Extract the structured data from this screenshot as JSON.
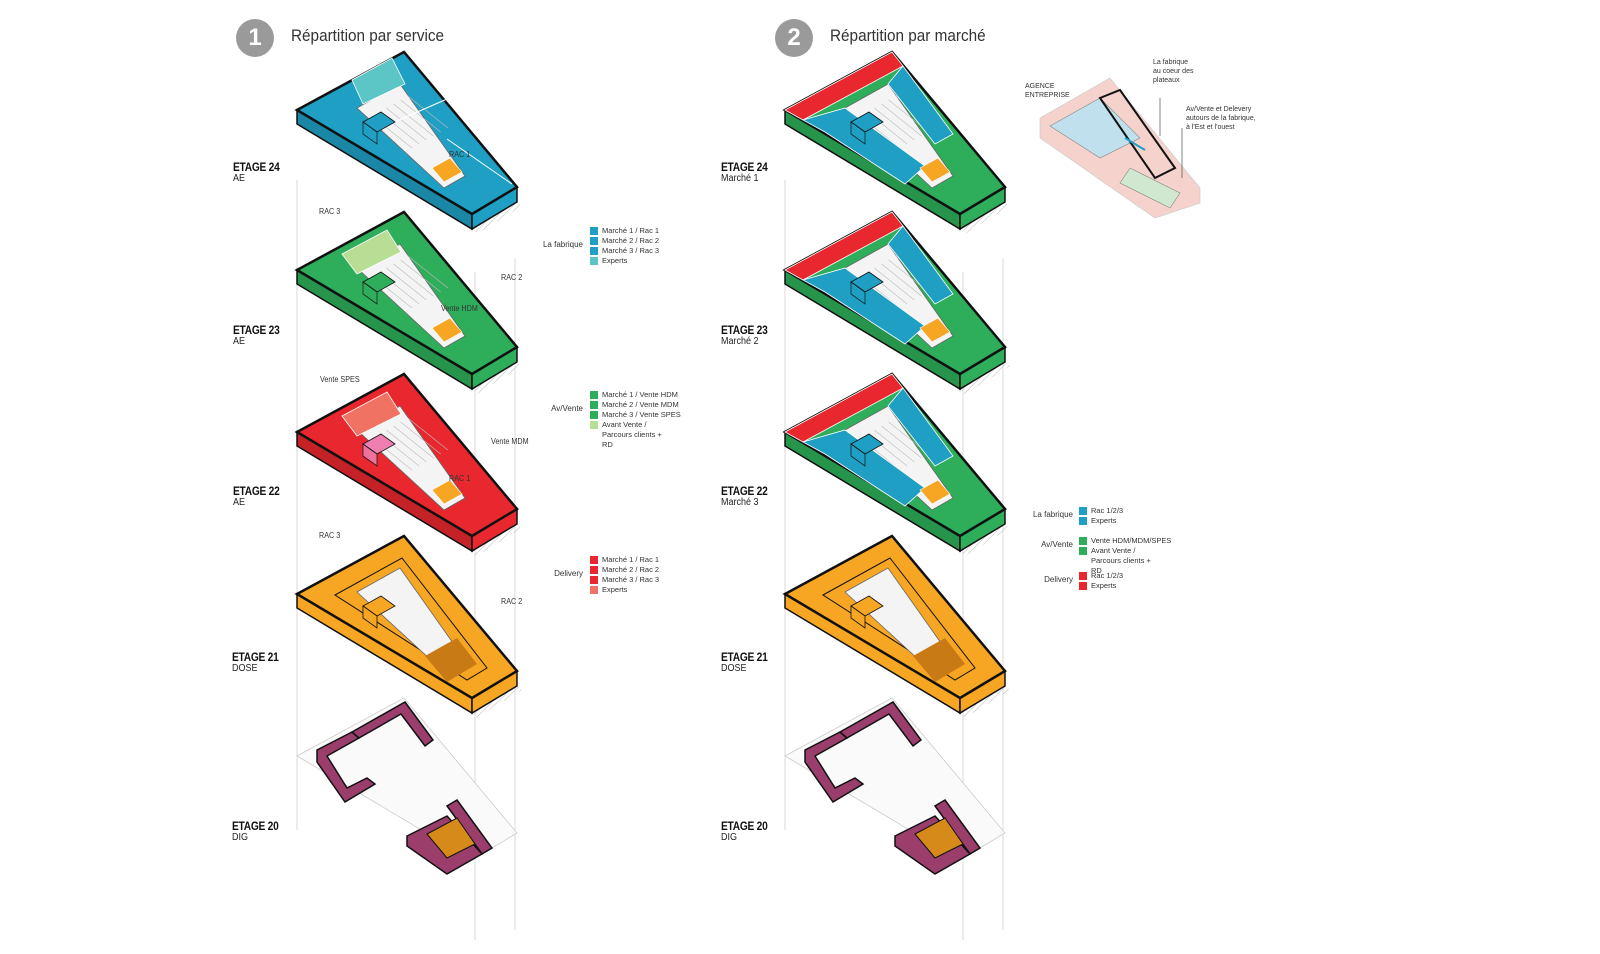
{
  "sections": [
    {
      "number": "1",
      "title": "Répartition par service"
    },
    {
      "number": "2",
      "title": "Répartition par marché"
    }
  ],
  "left_floors": [
    {
      "name": "ETAGE 24",
      "sub": "AE"
    },
    {
      "name": "ETAGE 23",
      "sub": "AE"
    },
    {
      "name": "ETAGE 22",
      "sub": "AE"
    },
    {
      "name": "ETAGE 21",
      "sub": "DOSE"
    },
    {
      "name": "ETAGE 20",
      "sub": "DIG"
    }
  ],
  "right_floors": [
    {
      "name": "ETAGE 24",
      "sub": "Marché 1"
    },
    {
      "name": "ETAGE 23",
      "sub": "Marché 2"
    },
    {
      "name": "ETAGE 22",
      "sub": "Marché 3"
    },
    {
      "name": "ETAGE 21",
      "sub": "DOSE"
    },
    {
      "name": "ETAGE 20",
      "sub": "DIG"
    }
  ],
  "plan_labels": {
    "f24_rac1": "RAC 1",
    "f24_rac3": "RAC 3",
    "f24_rac2": "RAC 2",
    "f23_vente_hdm": "Vente HDM",
    "f23_vente_spes": "Vente SPES",
    "f23_vente_mdm": "Vente MDM",
    "f22_rac1": "RAC 1",
    "f22_rac3": "RAC 3",
    "f22_rac2": "RAC 2"
  },
  "legend_left": [
    {
      "title": "La fabrique",
      "items": [
        {
          "label": "Marché 1 / Rac 1",
          "color": "#1f9fc4"
        },
        {
          "label": "Marché 2 / Rac 2",
          "color": "#1f9fc4"
        },
        {
          "label": "Marché 3 / Rac 3",
          "color": "#1f9fc4"
        },
        {
          "label": "Experts",
          "color": "#5cc6c6"
        }
      ]
    },
    {
      "title": "Av/Vente",
      "items": [
        {
          "label": "Marché 1 / Vente HDM",
          "color": "#2eae5a"
        },
        {
          "label": "Marché 2 / Vente MDM",
          "color": "#2eae5a"
        },
        {
          "label": "Marché 3 / Vente SPES",
          "color": "#2eae5a"
        },
        {
          "label": "Avant Vente / Parcours clients + RD",
          "color": "#b9dd95"
        }
      ]
    },
    {
      "title": "Delivery",
      "items": [
        {
          "label": "Marché 1 / Rac 1",
          "color": "#e8282e"
        },
        {
          "label": "Marché 2 / Rac 2",
          "color": "#e8282e"
        },
        {
          "label": "Marché 3 / Rac 3",
          "color": "#e8282e"
        },
        {
          "label": "Experts",
          "color": "#f07262"
        }
      ]
    }
  ],
  "legend_right": [
    {
      "title": "La fabrique",
      "items": [
        {
          "label": "Rac 1/2/3",
          "color": "#1f9fc4"
        },
        {
          "label": "Experts",
          "color": "#1f9fc4"
        }
      ]
    },
    {
      "title": "Av/Vente",
      "items": [
        {
          "label": "Vente HDM/MDM/SPES",
          "color": "#2eae5a"
        },
        {
          "label": "Avant Vente / Parcours clients + RD",
          "color": "#2eae5a"
        }
      ]
    },
    {
      "title": "Delivery",
      "items": [
        {
          "label": "Rac 1/2/3",
          "color": "#e8282e"
        },
        {
          "label": "Experts",
          "color": "#e8282e"
        }
      ]
    }
  ],
  "inset": {
    "agence_line1": "AGENCE",
    "agence_line2": "ENTREPRISE",
    "fabrique_line1": "La fabrique",
    "fabrique_line2": "au coeur des",
    "fabrique_line3": "plateaux",
    "avvente_line1": "Av/Vente et Delevery",
    "avvente_line2": "autours de la fabrique,",
    "avvente_line3": "à l'Est et l'ouest"
  },
  "colors": {
    "blue": "#1f9fc4",
    "green": "#2eae5a",
    "red": "#e8282e",
    "orange": "#f6a623",
    "purple": "#9b3e6c",
    "light_green": "#b9dd95",
    "teal_experts": "#5cc6c6",
    "salmon": "#f07262",
    "pink": "#ef7fb0",
    "number_circle": "#9a9a9a"
  }
}
